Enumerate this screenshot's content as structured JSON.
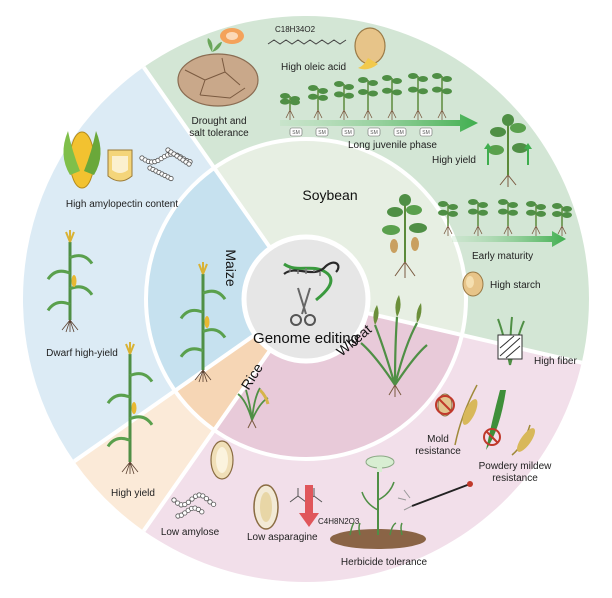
{
  "center": {
    "title": "Genome editing"
  },
  "crops": {
    "soybean": "Soybean",
    "maize": "Maize",
    "wheat": "Wheat",
    "rice": "Rice"
  },
  "traits": {
    "soybean": {
      "drought": [
        "Drought and",
        "salt tolerance"
      ],
      "oleic_formula": "C18H34O2",
      "oleic": "High oleic acid",
      "juvenile": "Long juvenile phase",
      "yield": "High yield",
      "maturity": "Early maturity",
      "starch": "High starch",
      "stages": [
        "SM",
        "SM",
        "SM",
        "SM",
        "SM",
        "SM"
      ]
    },
    "maize": {
      "amylopectin": "High amylopectin content",
      "dwarf": "Dwarf high-yield",
      "yield": "High yield"
    },
    "rice": {
      "amylose": "Low amylose"
    },
    "wheat": {
      "fiber": "High fiber",
      "mold": [
        "Mold",
        "resistance"
      ],
      "mildew": [
        "Powdery mildew",
        "resistance"
      ],
      "asparagine_formula": "C4H8N2O3",
      "asparagine": "Low asparagine",
      "herbicide": "Herbicide tolerance"
    }
  },
  "colors": {
    "soybean_outer": "#d3e6d5",
    "soybean_inner": "#e7efe3",
    "maize_outer": "#dcebf5",
    "maize_inner": "#c6e1ef",
    "wheat_outer": "#f2dfea",
    "wheat_inner": "#e8cad9",
    "rice_outer": "#fbead8",
    "rice_inner": "#f6d6b5",
    "center": "#e6e6e6",
    "arrow_green": "#5fbf6a",
    "arrow_red": "#e0565b"
  }
}
